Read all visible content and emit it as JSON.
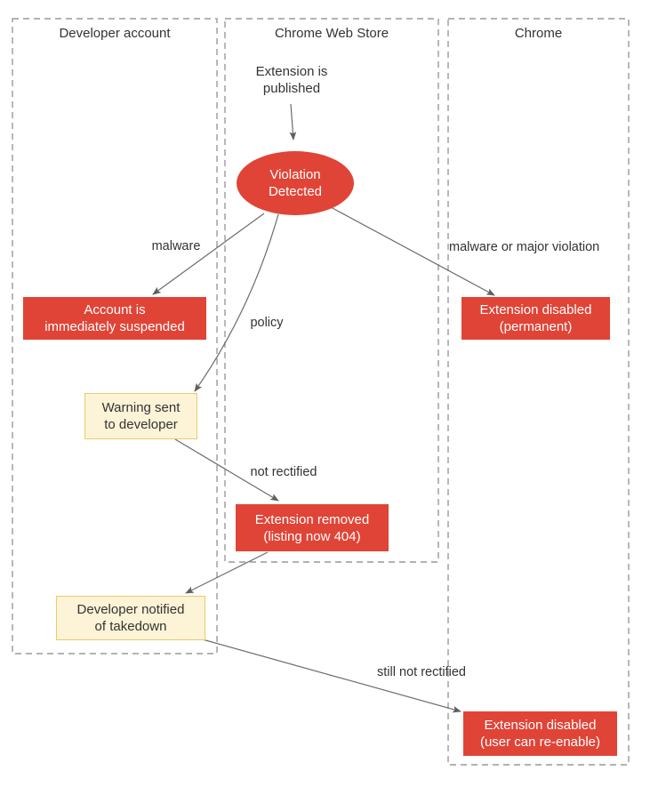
{
  "diagram": {
    "title": "Chrome Web Store violation enforcement flow",
    "type": "flowchart",
    "colors": {
      "violation_red": "#e04437",
      "warning_yellow_fill": "#fdf3d7",
      "warning_yellow_border": "#e8cb6a",
      "lane_border": "#999999",
      "edge_stroke": "#6b6b6b",
      "text_dark": "#333333",
      "text_light": "#ffffff",
      "background": "#ffffff"
    }
  },
  "lanes": [
    {
      "id": "developer-account",
      "label": "Developer account"
    },
    {
      "id": "chrome-web-store",
      "label": "Chrome Web Store"
    },
    {
      "id": "chrome",
      "label": "Chrome"
    }
  ],
  "nodes": [
    {
      "id": "extension-published",
      "lane": "chrome-web-store",
      "shape": "text",
      "lines": [
        "Extension is",
        "published"
      ]
    },
    {
      "id": "violation-detected",
      "lane": "chrome-web-store",
      "shape": "ellipse",
      "lines": [
        "Violation",
        "Detected"
      ]
    },
    {
      "id": "account-suspended",
      "lane": "developer-account",
      "shape": "rect-red",
      "lines": [
        "Account is",
        "immediately suspended"
      ]
    },
    {
      "id": "extension-disabled-permanent",
      "lane": "chrome",
      "shape": "rect-red",
      "lines": [
        "Extension disabled",
        "(permanent)"
      ]
    },
    {
      "id": "warning-sent",
      "lane": "developer-account",
      "shape": "rect-yellow",
      "lines": [
        "Warning sent",
        "to developer"
      ]
    },
    {
      "id": "extension-removed",
      "lane": "chrome-web-store",
      "shape": "rect-red",
      "lines": [
        "Extension removed",
        "(listing now 404)"
      ]
    },
    {
      "id": "developer-notified",
      "lane": "developer-account",
      "shape": "rect-yellow",
      "lines": [
        "Developer notified",
        "of takedown"
      ]
    },
    {
      "id": "extension-disabled-reenable",
      "lane": "chrome",
      "shape": "rect-red",
      "lines": [
        "Extension disabled",
        "(user can re-enable)"
      ]
    }
  ],
  "edges": [
    {
      "id": "e1",
      "from": "extension-published",
      "to": "violation-detected",
      "label": ""
    },
    {
      "id": "e2",
      "from": "violation-detected",
      "to": "account-suspended",
      "label": "malware"
    },
    {
      "id": "e3",
      "from": "violation-detected",
      "to": "warning-sent",
      "label": "policy"
    },
    {
      "id": "e4",
      "from": "violation-detected",
      "to": "extension-disabled-permanent",
      "label": "malware or\nmajor violation"
    },
    {
      "id": "e5",
      "from": "warning-sent",
      "to": "extension-removed",
      "label": "not rectified"
    },
    {
      "id": "e6",
      "from": "extension-removed",
      "to": "developer-notified",
      "label": ""
    },
    {
      "id": "e7",
      "from": "developer-notified",
      "to": "extension-disabled-reenable",
      "label": "still not rectified"
    }
  ],
  "edge_labels": {
    "malware": "malware",
    "policy": "policy",
    "malware_or_major_violation_line1": "malware or",
    "malware_or_major_violation_line2": "major violation",
    "not_rectified": "not rectified",
    "still_not_rectified": "still not rectified"
  },
  "node_text": {
    "extension_published_line1": "Extension is",
    "extension_published_line2": "published",
    "violation_detected_line1": "Violation",
    "violation_detected_line2": "Detected",
    "account_suspended_line1": "Account is",
    "account_suspended_line2": "immediately suspended",
    "extension_disabled_permanent_line1": "Extension disabled",
    "extension_disabled_permanent_line2": "(permanent)",
    "warning_sent_line1": "Warning sent",
    "warning_sent_line2": "to developer",
    "extension_removed_line1": "Extension removed",
    "extension_removed_line2": "(listing now 404)",
    "developer_notified_line1": "Developer notified",
    "developer_notified_line2": "of takedown",
    "extension_disabled_reenable_line1": "Extension disabled",
    "extension_disabled_reenable_line2": "(user can re-enable)"
  }
}
